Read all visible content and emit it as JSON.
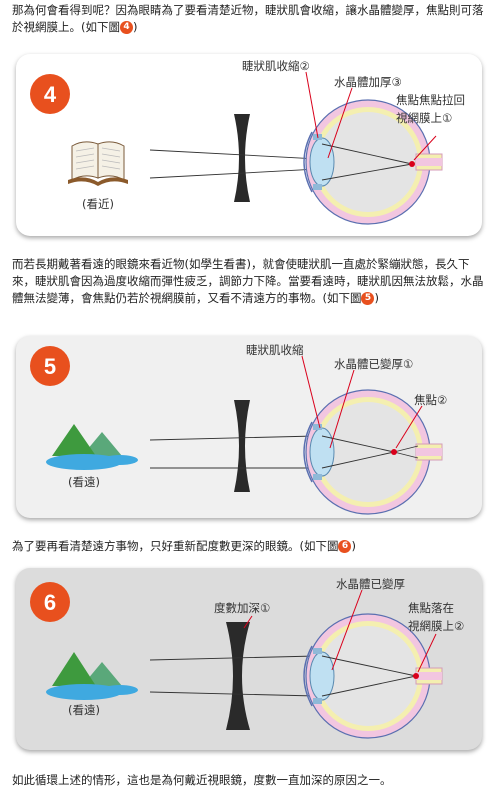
{
  "para1": {
    "text": "那為何會看得到呢？因為眼睛為了要看清楚近物，睫狀肌會收縮，讓水晶體變厚，焦點則可落於視網膜上。(如下圖",
    "num": "4",
    "end": ")"
  },
  "para2": {
    "text": "而若長期戴著看遠的眼鏡來看近物(如學生看書)，就會使睫狀肌一直處於緊繃狀態，長久下來，睫狀肌會因為過度收縮而彈性疲乏，調節力下降。當要看遠時，睫狀肌因無法放鬆，水晶體無法變薄，會焦點仍若於視網膜前，又看不清遠方的事物。(如下圖",
    "num": "5",
    "end": ")"
  },
  "para3": {
    "text": "為了要再看清楚遠方事物，只好重新配度數更深的眼鏡。(如下圖",
    "num": "6",
    "end": ")"
  },
  "para4": {
    "text": "如此循環上述的情形，這也是為何戴近視眼鏡，度數一直加深的原因之一。"
  },
  "panel4": {
    "badge": "4",
    "caption": "(看近)",
    "labels": [
      "睫狀肌收縮②",
      "水晶體加厚③",
      "焦點焦點拉回",
      "視網膜上①"
    ]
  },
  "panel5": {
    "badge": "5",
    "caption": "(看遠)",
    "labels": [
      "睫狀肌收縮",
      "水晶體已變厚①",
      "焦點②"
    ]
  },
  "panel6": {
    "badge": "6",
    "caption": "(看遠)",
    "labels": [
      "度數加深①",
      "水晶體已變厚",
      "焦點落在",
      "視網膜上②"
    ]
  },
  "colors": {
    "badge": "#e8501e",
    "panel4_bg": "#ffffff",
    "panel5_bg": "#f0f0f0",
    "panel6_bg": "#dcdcdc",
    "focus_dot": "#d9001b",
    "eye_outer": "#f2c6e0",
    "eye_retina": "#f4efb0",
    "eye_inner": "#e4e4e4",
    "lens": "#bfe0f2"
  }
}
